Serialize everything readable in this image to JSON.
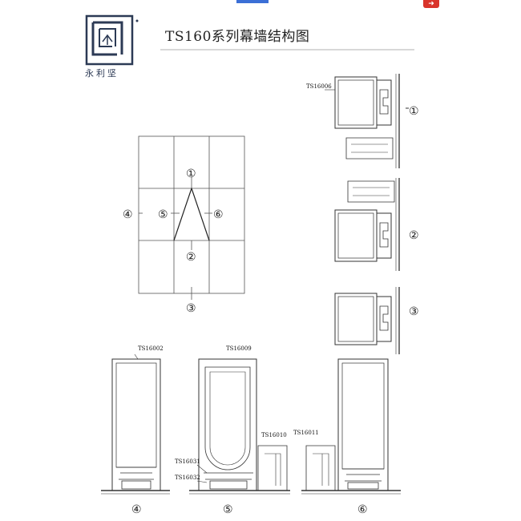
{
  "title": "TS160系列幕墙结构图",
  "brand": "永利坚",
  "corner_icon": "arrow-right-icon",
  "grid_markers": [
    "①",
    "②",
    "③",
    "④",
    "⑤",
    "⑥"
  ],
  "detail_markers": {
    "one": "①",
    "two": "②",
    "three": "③"
  },
  "section_markers": {
    "four": "④",
    "five": "⑤",
    "six": "⑥"
  },
  "parts": {
    "p06": "TS16006",
    "p02": "TS16002",
    "p09": "TS16009",
    "p10": "TS16010",
    "p11": "TS16011",
    "p31": "TS16031",
    "p32": "TS16032"
  }
}
